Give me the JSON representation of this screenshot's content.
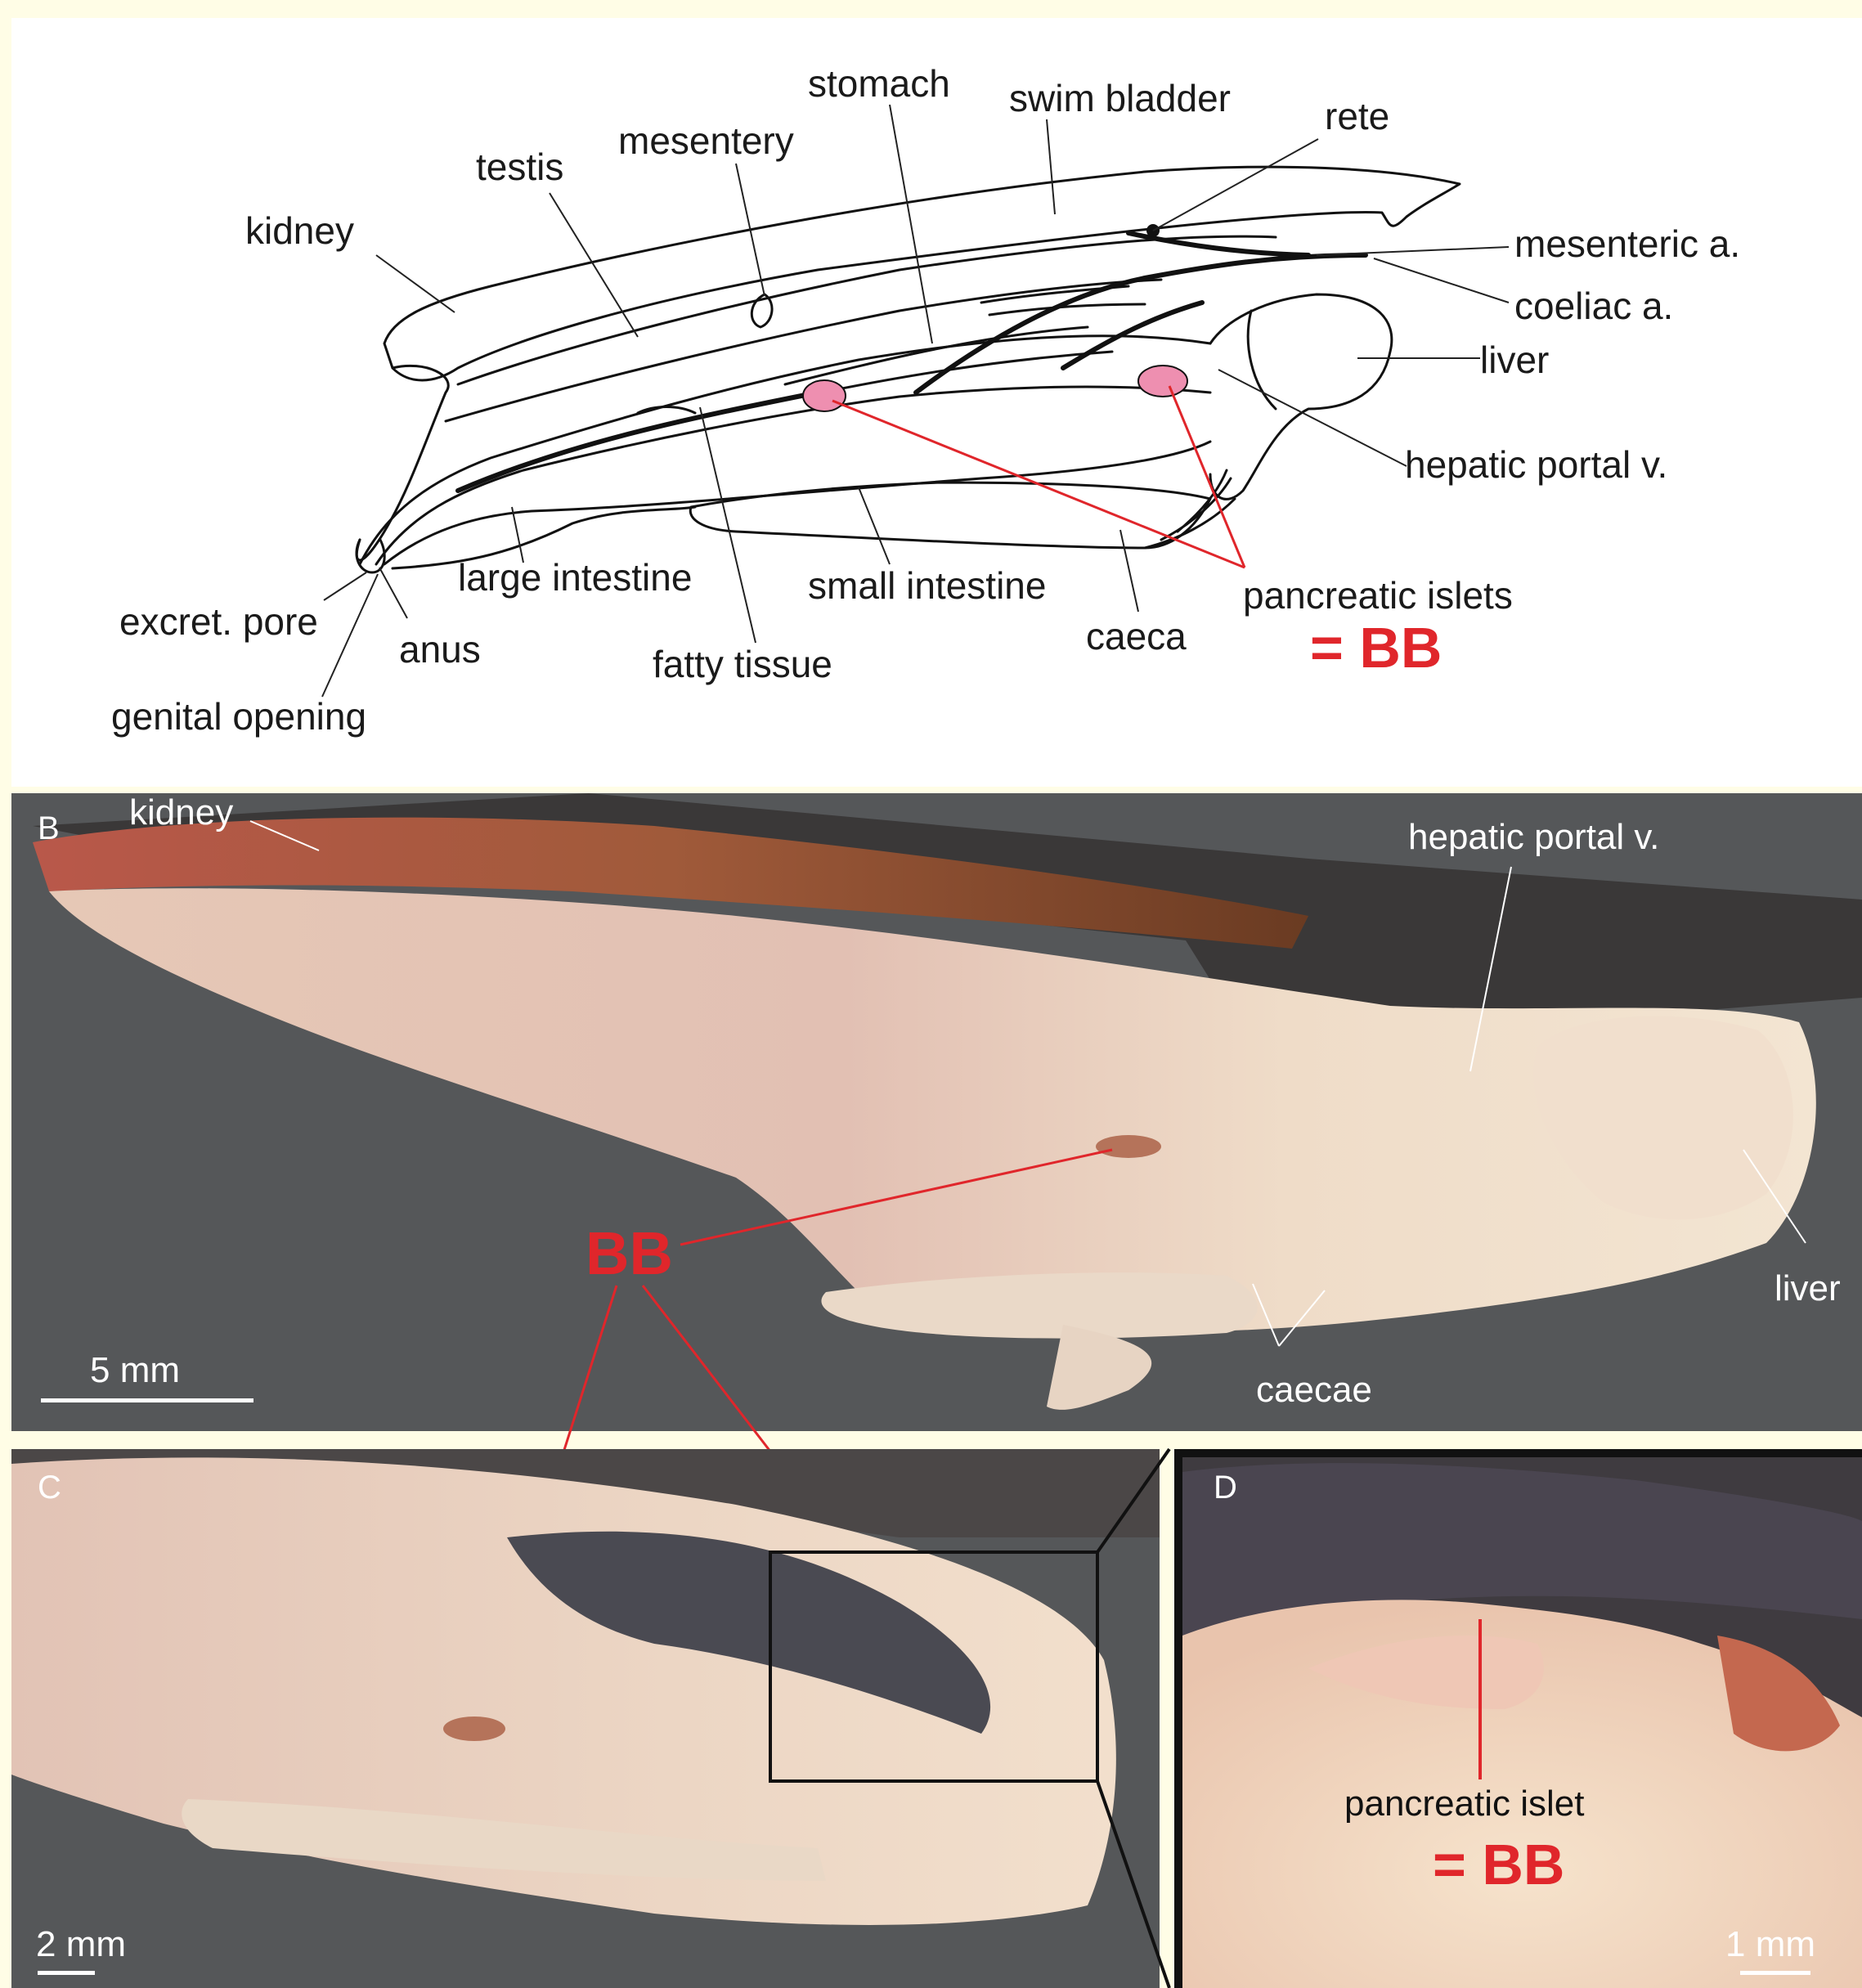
{
  "colors": {
    "frame_background": "#fffde6",
    "highlight_red": "#e0262b",
    "islet_pink": "#ee8fb0",
    "photo_background": "#555759"
  },
  "panel_a": {
    "labels": {
      "stomach": "stomach",
      "swim_bladder": "swim bladder",
      "rete": "rete",
      "mesentery": "mesentery",
      "testis": "testis",
      "kidney": "kidney",
      "mesenteric_a": "mesenteric a.",
      "coeliac_a": "coeliac a.",
      "liver": "liver",
      "hepatic_portal_v": "hepatic portal v.",
      "pancreatic_islets": "pancreatic islets",
      "equals_bb": "= BB",
      "caeca": "caeca",
      "small_intestine": "small intestine",
      "fatty_tissue": "fatty tissue",
      "large_intestine": "large intestine",
      "anus": "anus",
      "excret_pore": "excret. pore",
      "genital_opening": "genital opening"
    }
  },
  "panel_b": {
    "letter": "B",
    "labels": {
      "kidney": "kidney",
      "hepatic_portal_v": "hepatic portal v.",
      "bb": "BB",
      "liver": "liver",
      "caecae": "caecae"
    },
    "scale_bar": "5 mm"
  },
  "panel_c": {
    "letter": "C",
    "scale_bar": "2 mm"
  },
  "panel_d": {
    "letter": "D",
    "labels": {
      "pancreatic_islet": "pancreatic islet",
      "equals_bb": "= BB"
    },
    "scale_bar": "1 mm"
  }
}
